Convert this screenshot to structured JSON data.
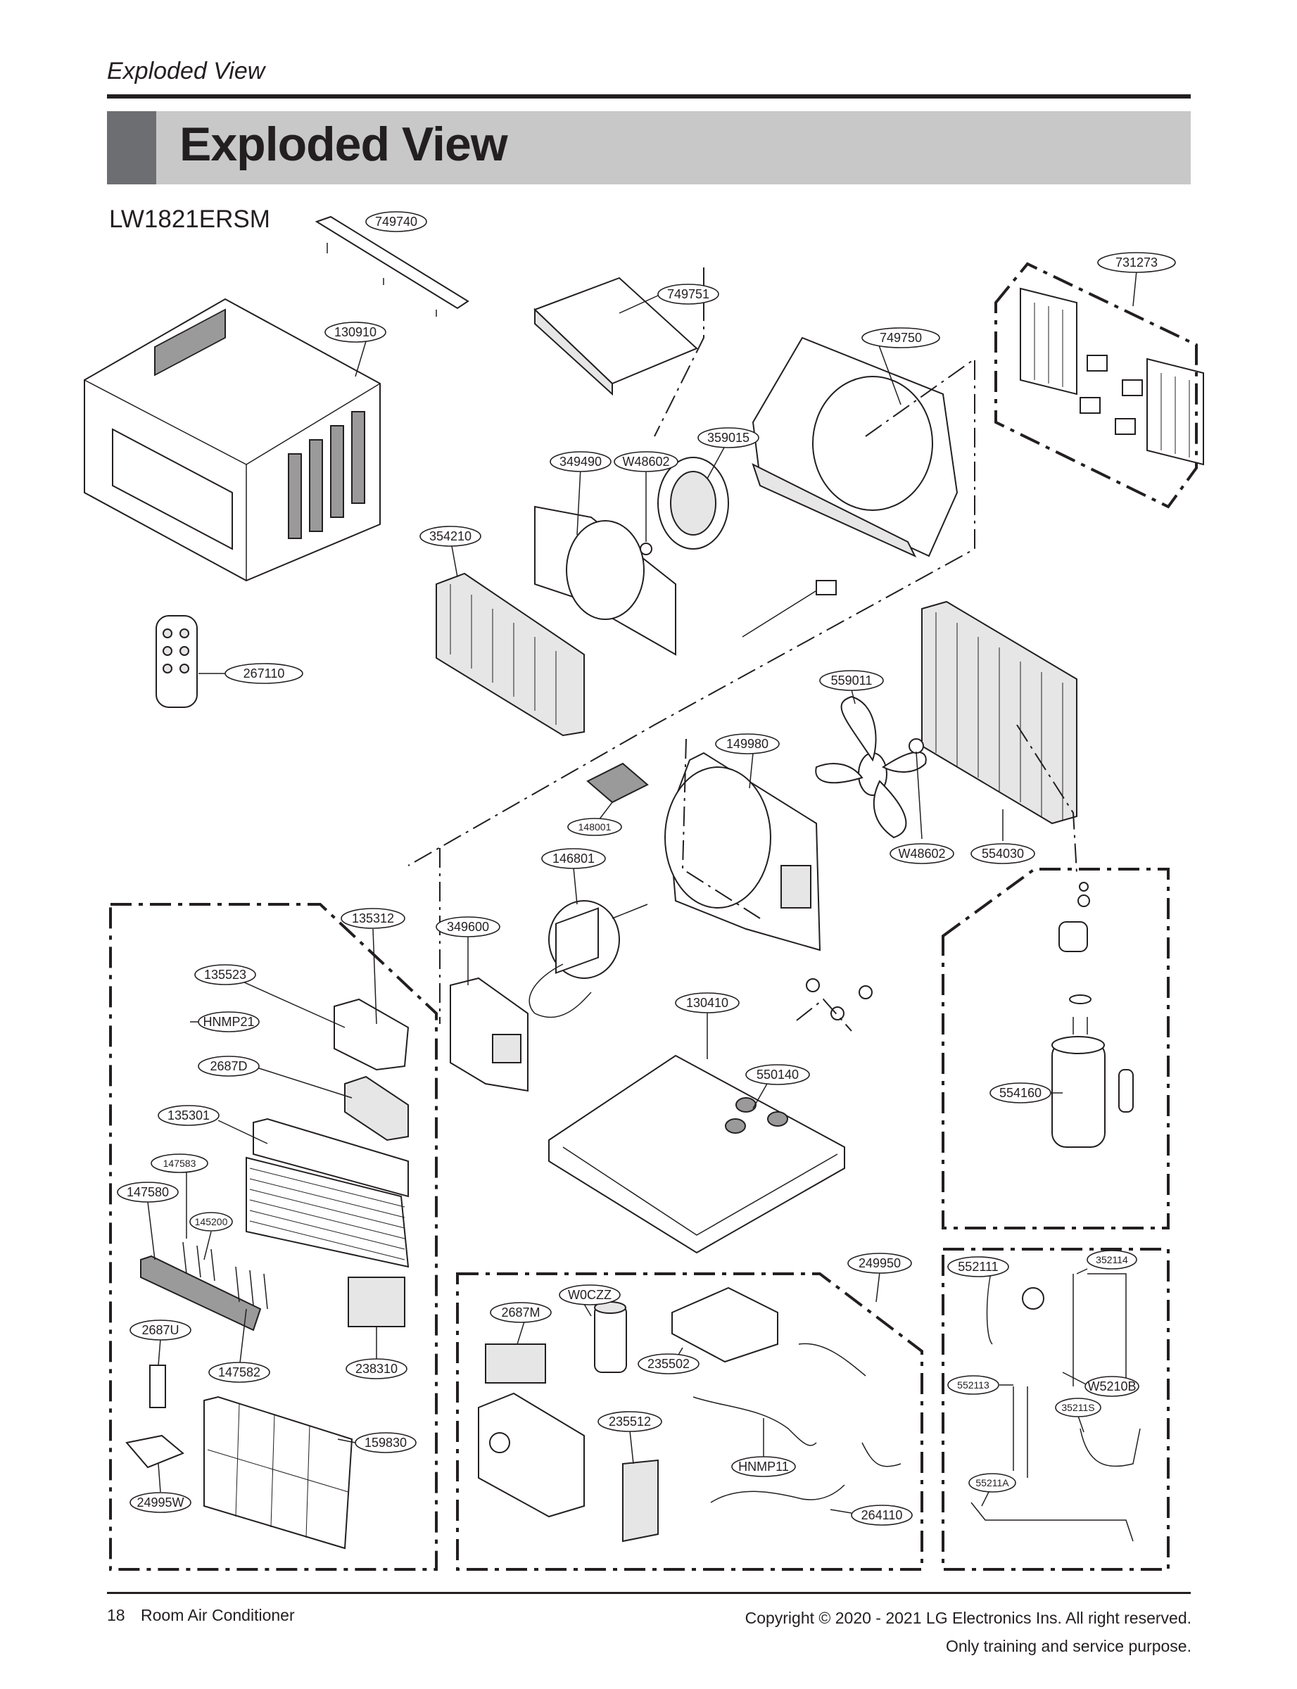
{
  "header": {
    "running_title": "Exploded View",
    "banner_title": "Exploded View",
    "model": "LW1821ERSM"
  },
  "callouts": {
    "c749740": "749740",
    "c731273": "731273",
    "c749751": "749751",
    "c130910": "130910",
    "c749750": "749750",
    "c359015": "359015",
    "c349490": "349490",
    "cW48602a": "W48602",
    "c354210": "354210",
    "c267110": "267110",
    "c559011": "559011",
    "c149980": "149980",
    "c148001": "148001",
    "c146801": "146801",
    "cW48602b": "W48602",
    "c554030": "554030",
    "c135312": "135312",
    "c349600": "349600",
    "c135523": "135523",
    "cHNMP21": "HNMP21",
    "c130410": "130410",
    "c2687D": "2687D",
    "c550140": "550140",
    "c554160": "554160",
    "c135301": "135301",
    "c147583": "147583",
    "c147580": "147580",
    "c145200": "145200",
    "c249950": "249950",
    "c552111": "552111",
    "c352114": "352114",
    "cW0CZZ": "W0CZZ",
    "c2687M": "2687M",
    "c2687U": "2687U",
    "c235502": "235502",
    "c147582": "147582",
    "c238310": "238310",
    "c552113": "552113",
    "cW5210B": "W5210B",
    "c35211S": "35211S",
    "c235512": "235512",
    "c159830": "159830",
    "cHNMP11": "HNMP11",
    "c55211A": "55211A",
    "c24995W": "24995W",
    "c264110": "264110"
  },
  "footer": {
    "page_number": "18",
    "section": "Room Air Conditioner",
    "copyright": "Copyright © 2020 - 2021 LG Electronics Ins. All right reserved.",
    "purpose": "Only training and service purpose."
  }
}
